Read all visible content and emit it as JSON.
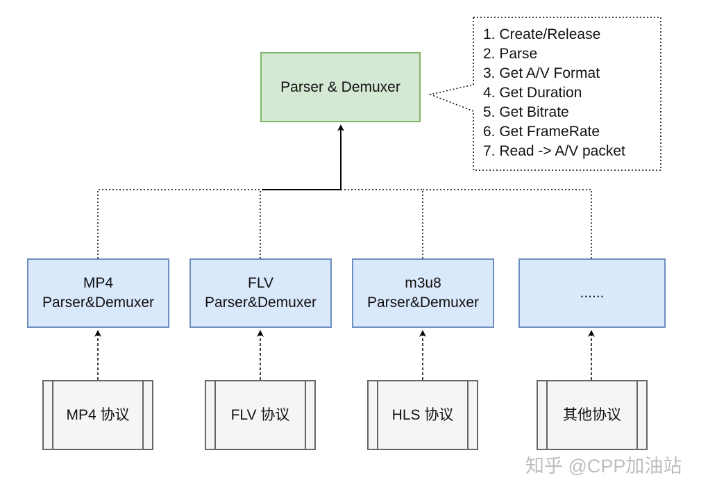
{
  "root": {
    "label": "Parser & Demuxer"
  },
  "note": {
    "items": [
      "1. Create/Release",
      "2. Parse",
      "3. Get A/V Format",
      "4. Get Duration",
      "5. Get Bitrate",
      "6. Get FrameRate",
      "7. Read -> A/V packet"
    ]
  },
  "parsers": [
    {
      "title": "MP4",
      "subtitle": "Parser&Demuxer"
    },
    {
      "title": "FLV",
      "subtitle": "Parser&Demuxer"
    },
    {
      "title": "m3u8",
      "subtitle": "Parser&Demuxer"
    },
    {
      "title": "......",
      "subtitle": ""
    }
  ],
  "protocols": [
    {
      "label": "MP4 协议"
    },
    {
      "label": "FLV 协议"
    },
    {
      "label": "HLS 协议"
    },
    {
      "label": "其他协议"
    }
  ],
  "watermark": "知乎 @CPP加油站",
  "colors": {
    "root_fill": "#d5e8d4",
    "root_border": "#82b366",
    "parser_fill": "#dae8fc",
    "parser_border": "#6c8ebf",
    "protocol_fill": "#f5f5f5",
    "protocol_border": "#666666"
  }
}
